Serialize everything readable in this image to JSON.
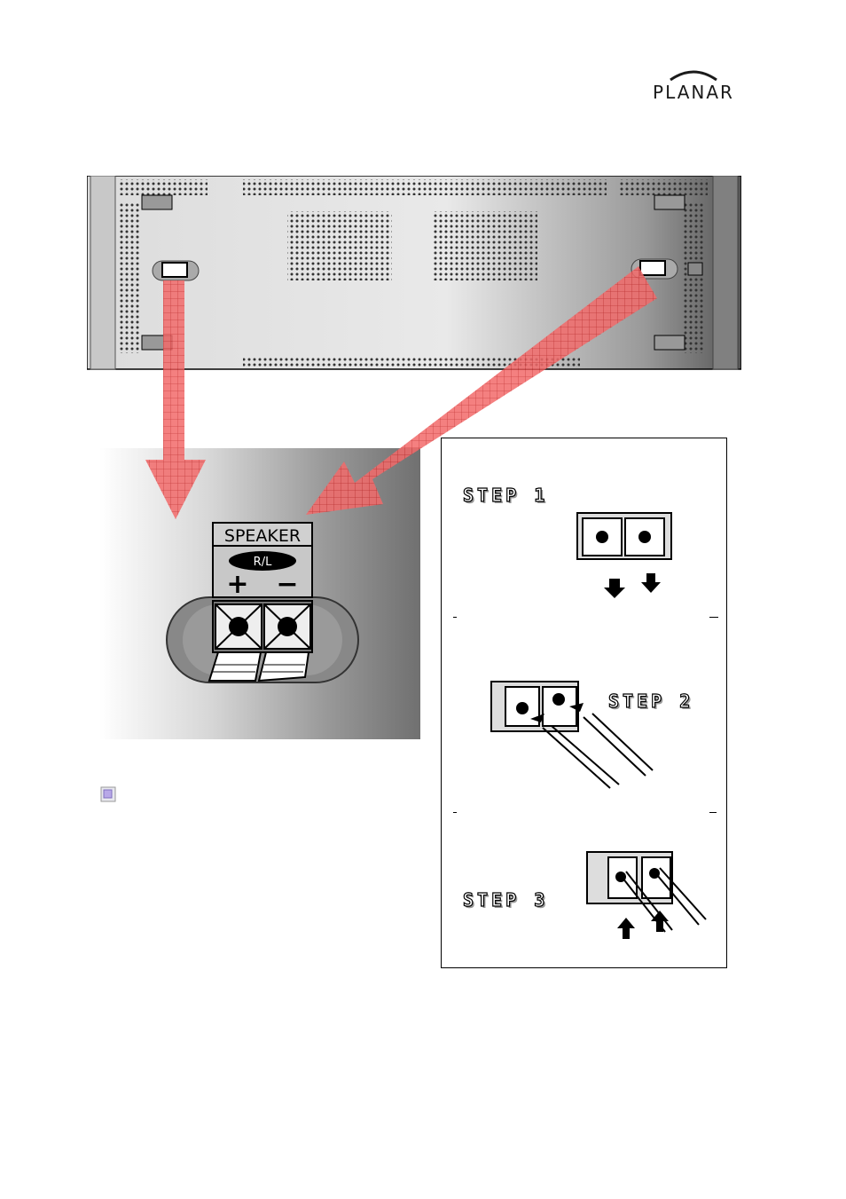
{
  "header": {
    "logo_text": "PLANAR"
  },
  "closeup": {
    "label": "SPEAKER",
    "channel": "R/L",
    "plus": "+",
    "minus": "−"
  },
  "steps": [
    {
      "label": "STEP 1"
    },
    {
      "label": "STEP 2"
    },
    {
      "label": "STEP 3"
    }
  ],
  "colors": {
    "arrow": "#f05555",
    "panel_dark": "#4a4a4a"
  },
  "icons": {
    "logo": "planar-arc-logo",
    "file": "embedded-file-icon"
  }
}
